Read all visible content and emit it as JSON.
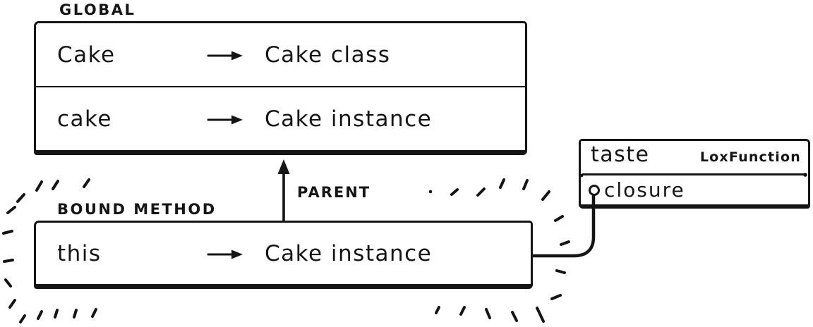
{
  "colors": {
    "ink": "#151515",
    "background": "#ffffff"
  },
  "global_env": {
    "label": "GLOBAL",
    "rows": [
      {
        "name": "Cake",
        "value": "Cake class"
      },
      {
        "name": "cake",
        "value": "Cake instance"
      }
    ]
  },
  "parent_arrow": {
    "label": "PARENT"
  },
  "bound_method_env": {
    "label": "BOUND METHOD",
    "rows": [
      {
        "name": "this",
        "value": "Cake instance"
      }
    ]
  },
  "function_box": {
    "name": "taste",
    "type": "LoxFunction",
    "field": "closure"
  }
}
